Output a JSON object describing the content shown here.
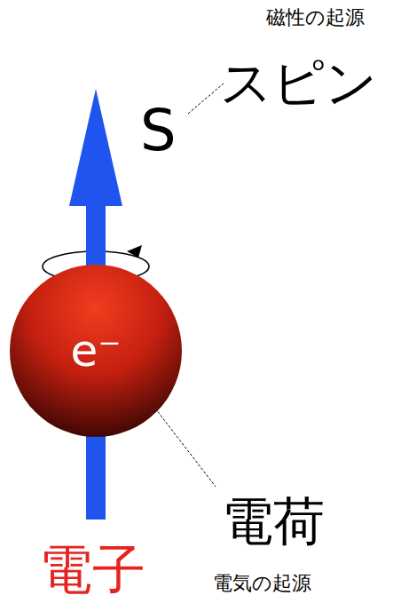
{
  "diagram": {
    "nodes": [
      {
        "text": [
          "e⁻"
        ]
      }
    ],
    "labels": [
      "磁性の起源",
      "スピン",
      "S",
      "電荷",
      "電子",
      "電気の起源"
    ]
  }
}
